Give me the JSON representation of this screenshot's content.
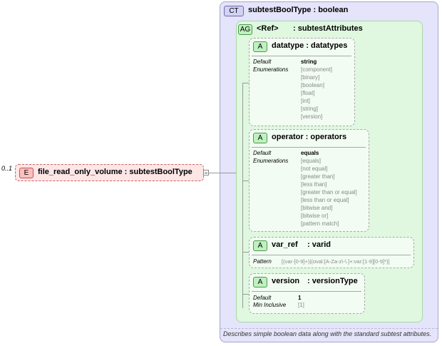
{
  "complex_type": {
    "badge": "CT",
    "title": "subtestBoolType : boolean",
    "description": "Describes simple boolean data along with the standard subtest attributes."
  },
  "attribute_group": {
    "badge": "AG",
    "ref_label": "<Ref>",
    "name": ": subtestAttributes"
  },
  "attributes": {
    "datatype": {
      "badge": "A",
      "title": "datatype : datatypes",
      "default_label": "Default",
      "default_value": "string",
      "enum_label": "Enumerations",
      "enumerations": [
        "[component]",
        "[binary]",
        "[boolean]",
        "[float]",
        "[int]",
        "[string]",
        "[version]"
      ]
    },
    "operator": {
      "badge": "A",
      "title": "operator : operators",
      "default_label": "Default",
      "default_value": "equals",
      "enum_label": "Enumerations",
      "enumerations": [
        "[equals]",
        "[not equal]",
        "[greater than]",
        "[less than]",
        "[greater than or equal]",
        "[less than or equal]",
        "[bitwise and]",
        "[bitwise or]",
        "[pattern match]"
      ]
    },
    "var_ref": {
      "badge": "A",
      "title_name": "var_ref",
      "title_type": ": varid",
      "pattern_label": "Pattern",
      "pattern_value": "[(var-[0-9]+)|(oval:[A-Za-z\\-\\.]+:var:[1-9][0-9]*)]"
    },
    "version": {
      "badge": "A",
      "title_name": "version",
      "title_type": ": versionType",
      "default_label": "Default",
      "default_value": "1",
      "min_label": "Min Inclusive",
      "min_value": "[1]"
    }
  },
  "element": {
    "cardinality": "0..1",
    "badge": "E",
    "title": "file_read_only_volume : subtestBoolType"
  }
}
